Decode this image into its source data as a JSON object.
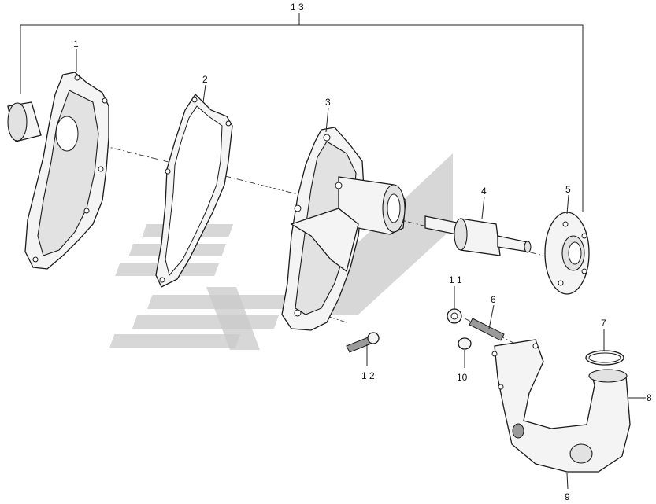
{
  "diagram": {
    "callouts": [
      {
        "id": "1",
        "label": "1"
      },
      {
        "id": "2",
        "label": "2"
      },
      {
        "id": "3",
        "label": "3"
      },
      {
        "id": "4",
        "label": "4"
      },
      {
        "id": "5",
        "label": "5"
      },
      {
        "id": "6",
        "label": "6"
      },
      {
        "id": "7",
        "label": "7"
      },
      {
        "id": "8",
        "label": "8"
      },
      {
        "id": "9",
        "label": "9"
      },
      {
        "id": "10",
        "label": "10"
      },
      {
        "id": "11",
        "label": "1 1"
      },
      {
        "id": "12",
        "label": "1 2"
      },
      {
        "id": "13",
        "label": "1 3"
      }
    ],
    "colors": {
      "line": "#1a1a1a",
      "watermark": "#c9c9c9",
      "background": "#ffffff"
    }
  }
}
